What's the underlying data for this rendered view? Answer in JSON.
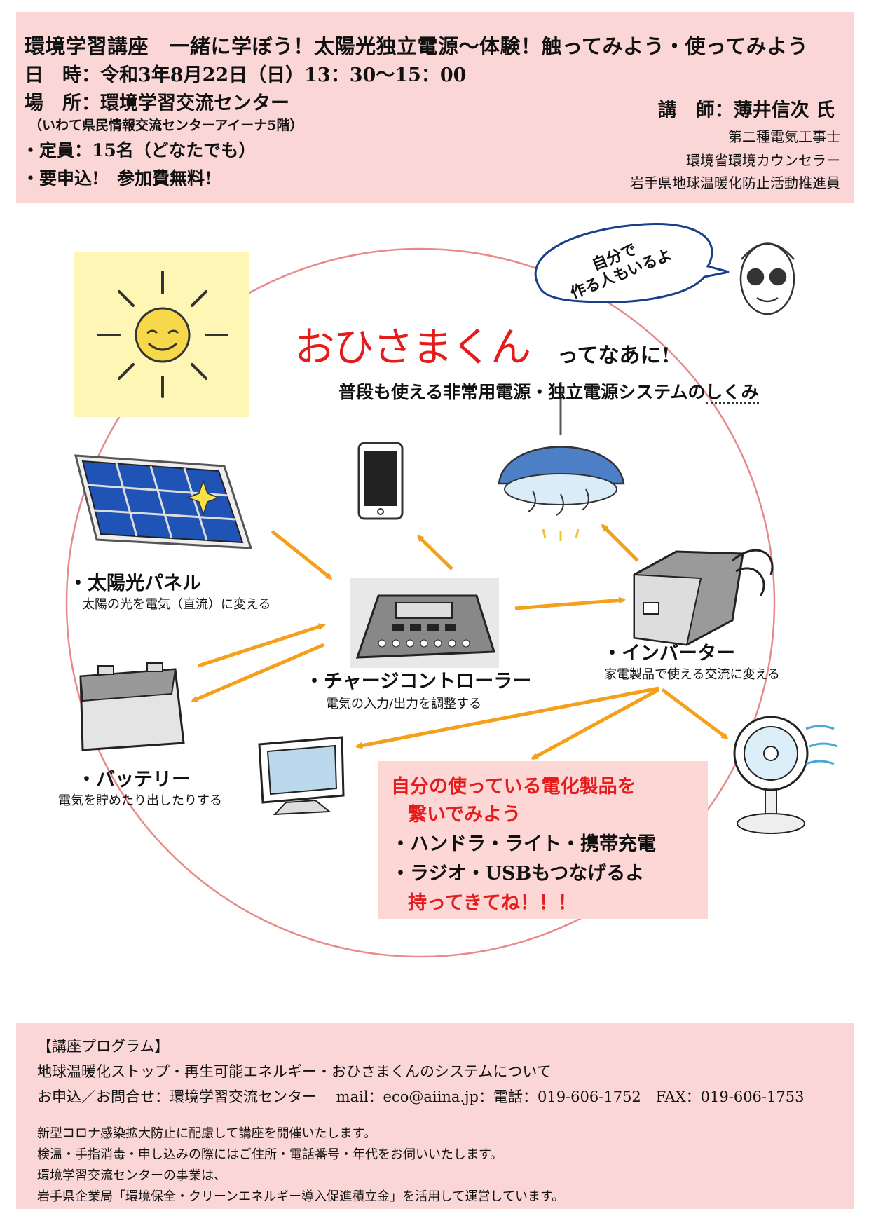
{
  "header": {
    "title": "環境学習講座　一緒に学ぼう！太陽光独立電源～体験！触ってみよう・使ってみよう",
    "date": "日　時：令和3年8月22日（日）13：30〜15：00",
    "place": "場　所：環境学習交流センター",
    "place_sub": "（いわて県民情報交流センターアイーナ5階）",
    "capacity": "・定員：15名（どなたでも）",
    "apply": "・要申込!　参加費無料!",
    "lecturer": "講　師：薄井信次 氏",
    "credentials": [
      "第二種電気工事士",
      "環境省環境カウンセラー",
      "岩手県地球温暖化防止活動推進員"
    ]
  },
  "diagram": {
    "bubble": [
      "自分で",
      "作る人もいるよ"
    ],
    "heading_red": "おひさまくん",
    "heading_rest": "ってなあに!",
    "subtitle_main": "普段も使える非常用電源・独立電源システムの",
    "subtitle_dotted": "しくみ",
    "solar_panel": {
      "label": "・太陽光パネル",
      "desc": "太陽の光を電気（直流）に変える"
    },
    "charge_controller": {
      "label": "・チャージコントローラー",
      "desc": "電気の入力/出力を調整する"
    },
    "inverter": {
      "label": "・インバーター",
      "desc": "家電製品で使える交流に変える"
    },
    "battery": {
      "label": "・バッテリー",
      "desc": "電気を貯めたり出したりする"
    }
  },
  "callout": {
    "line1": "自分の使っている電化製品を",
    "line2": "繋いでみよう",
    "line3": "・ハンドラ・ライト・携帯充電",
    "line4": "・ラジオ・USBもつなげるよ",
    "line5": "持ってきてね！！！"
  },
  "footer": {
    "program_heading": "【講座プログラム】",
    "program": "地球温暖化ストップ・再生可能エネルギー・おひさまくんのシステムについて",
    "contact": "お申込／お問合せ：環境学習交流センター　 mail：eco@aiina.jp：電話：019-606-1752　FAX：019-606-1753",
    "notes": [
      "新型コロナ感染拡大防止に配慮して講座を開催いたします。",
      "検温・手指消毒・申し込みの際にはご住所・電話番号・年代をお伺いいたします。",
      "環境学習交流センターの事業は、",
      "岩手県企業局「環境保全・クリーンエネルギー導入促進積立金」を活用して運営しています。"
    ]
  },
  "colors": {
    "pink_box": "#fbd6d6",
    "accent_red": "#e41c1c",
    "arrow_orange": "#f5a01a",
    "circle_line": "#e88a8a"
  }
}
